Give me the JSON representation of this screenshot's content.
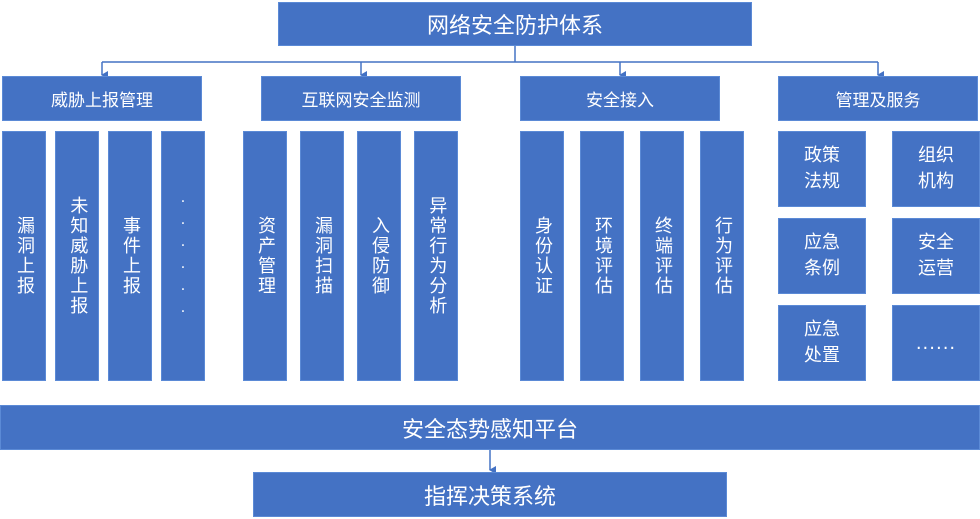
{
  "top_title": "网络安全防护体系",
  "categories": [
    {
      "label": "威胁上报管理",
      "items": [
        "漏洞上报",
        "未知威胁上报",
        "事件上报",
        "......"
      ]
    },
    {
      "label": "互联网安全监测",
      "items": [
        "资产管理",
        "漏洞扫描",
        "入侵防御",
        "异常行为分析"
      ]
    },
    {
      "label": "安全接入",
      "items": [
        "身份认证",
        "环境评估",
        "终端评估",
        "行为评估"
      ]
    },
    {
      "label": "管理及服务",
      "items": [
        "政策法规",
        "组织机构",
        "应急条例",
        "安全运营",
        "应急处置",
        "......"
      ]
    }
  ],
  "platform": "安全态势感知平台",
  "command_system": "指挥决策系统",
  "colors": {
    "box_fill": "#4472c4",
    "connector": "#4472c4"
  }
}
